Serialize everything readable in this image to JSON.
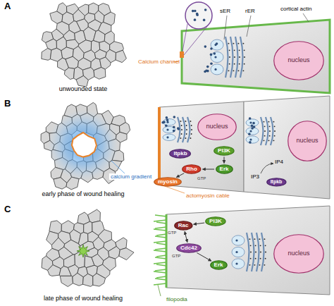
{
  "diagram": {
    "nodes": [
      {
        "text": [
          "nucleus"
        ]
      },
      {
        "text": [
          "Itpkb"
        ]
      },
      {
        "text": [
          "PI3K"
        ]
      },
      {
        "text": [
          "Rho"
        ]
      },
      {
        "text": [
          "Erk"
        ]
      },
      {
        "text": [
          "myosin"
        ]
      },
      {
        "text": [
          "nucleus"
        ]
      },
      {
        "text": [
          "nucleus"
        ]
      },
      {
        "text": [
          "Itpkb"
        ]
      },
      {
        "text": [
          "Rac"
        ]
      },
      {
        "text": [
          "PI3K"
        ]
      },
      {
        "text": [
          "Cdc42"
        ]
      },
      {
        "text": [
          "Erk"
        ]
      },
      {
        "text": [
          "nucleus"
        ]
      }
    ],
    "edges": [
      {
        "from": 2,
        "to": 4,
        "arrow": "to"
      },
      {
        "from": 4,
        "to": 3,
        "arrow": "to"
      },
      {
        "from": 3,
        "to": 5,
        "arrow": "to"
      },
      {
        "from": 10,
        "to": 9,
        "arrow": "to"
      },
      {
        "from": 9,
        "to": 11,
        "arrow": "both"
      },
      {
        "from": 11,
        "to": 12,
        "arrow": "to"
      }
    ],
    "labels": [
      "A",
      "unwounded state",
      "Calcium channel",
      "sER",
      "rER",
      "cortical actin",
      "B",
      "calcium gradient",
      "early phase of wound healing",
      "GTP",
      "IP3",
      "IP4",
      "actomyosin cable",
      "C",
      "late phase of wound healing",
      "GTP",
      "GTP",
      "filopodia"
    ]
  }
}
